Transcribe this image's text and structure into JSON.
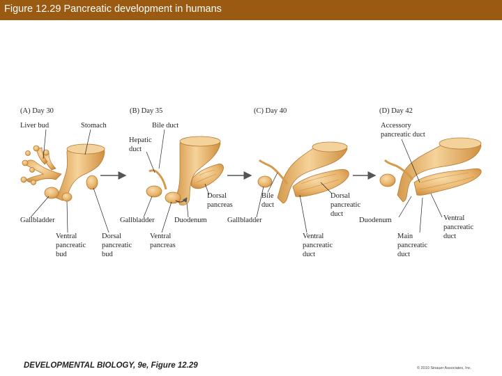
{
  "slide": {
    "title": "Figure 12.29  Pancreatic development in humans",
    "credit": "DEVELOPMENTAL BIOLOGY, 9e, Figure 12.29",
    "copyright": "© 2010 Sinauer Associates, Inc."
  },
  "colors": {
    "title_bar": "#9a5a12",
    "tissue": "#e8b56d",
    "tissue_light": "#f4d29c",
    "tissue_dark": "#c98a3c",
    "arrow": "#555555"
  },
  "panels": {
    "a": {
      "heading": "(A)  Day 30",
      "liver_bud": "Liver bud",
      "stomach": "Stomach",
      "gallbladder": "Gallbladder",
      "ventral_bud": [
        "Ventral",
        "pancreatic",
        "bud"
      ],
      "dorsal_bud": [
        "Dorsal",
        "pancreatic",
        "bud"
      ]
    },
    "b": {
      "heading": "(B)  Day 35",
      "bile_duct": "Bile duct",
      "hepatic_duct": [
        "Hepatic",
        "duct"
      ],
      "gallbladder": "Gallbladder",
      "ventral_pancreas": [
        "Ventral",
        "pancreas"
      ],
      "duodenum": "Duodenum",
      "dorsal_pancreas": [
        "Dorsal",
        "pancreas"
      ]
    },
    "c": {
      "heading": "(C)  Day 40",
      "bile_duct": [
        "Bile",
        "duct"
      ],
      "gallbladder": "Gallbladder",
      "dorsal_duct": [
        "Dorsal",
        "pancreatic",
        "duct"
      ],
      "ventral_duct": [
        "Ventral",
        "pancreatic",
        "duct"
      ]
    },
    "d": {
      "heading": "(D)  Day 42",
      "accessory_duct": [
        "Accessory",
        "pancreatic duct"
      ],
      "duodenum": "Duodenum",
      "main_duct": [
        "Main",
        "pancreatic",
        "duct"
      ],
      "ventral_duct": [
        "Ventral",
        "pancreatic",
        "duct"
      ]
    }
  }
}
